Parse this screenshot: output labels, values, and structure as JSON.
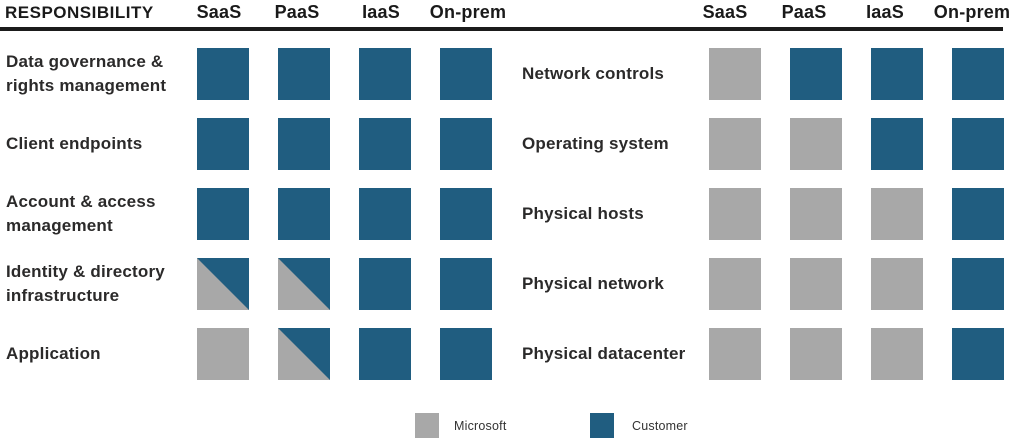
{
  "header": {
    "responsibility_label": "RESPONSIBILITY",
    "columns": [
      "SaaS",
      "PaaS",
      "IaaS",
      "On-prem"
    ]
  },
  "colors": {
    "customer": "#205d80",
    "microsoft": "#a8a8a8",
    "header_rule": "#1b1b1b",
    "text": "#2b2a2a"
  },
  "left": {
    "rows": [
      {
        "lines": [
          "Data governance &",
          "rights management"
        ],
        "cells": [
          "customer",
          "customer",
          "customer",
          "customer"
        ]
      },
      {
        "lines": [
          "Client endpoints"
        ],
        "cells": [
          "customer",
          "customer",
          "customer",
          "customer"
        ]
      },
      {
        "lines": [
          "Account & access",
          "management"
        ],
        "cells": [
          "customer",
          "customer",
          "customer",
          "customer"
        ]
      },
      {
        "lines": [
          "Identity & directory",
          "infrastructure"
        ],
        "cells": [
          "shared",
          "shared",
          "customer",
          "customer"
        ]
      },
      {
        "lines": [
          "Application"
        ],
        "cells": [
          "microsoft",
          "shared",
          "customer",
          "customer"
        ]
      }
    ]
  },
  "right": {
    "rows": [
      {
        "lines": [
          "Network controls"
        ],
        "cells": [
          "microsoft",
          "customer",
          "customer",
          "customer"
        ]
      },
      {
        "lines": [
          "Operating system"
        ],
        "cells": [
          "microsoft",
          "microsoft",
          "customer",
          "customer"
        ]
      },
      {
        "lines": [
          "Physical hosts"
        ],
        "cells": [
          "microsoft",
          "microsoft",
          "microsoft",
          "customer"
        ]
      },
      {
        "lines": [
          "Physical network"
        ],
        "cells": [
          "microsoft",
          "microsoft",
          "microsoft",
          "customer"
        ]
      },
      {
        "lines": [
          "Physical datacenter"
        ],
        "cells": [
          "microsoft",
          "microsoft",
          "microsoft",
          "customer"
        ]
      }
    ]
  },
  "legend": {
    "items": [
      {
        "label": "Microsoft",
        "type": "microsoft"
      },
      {
        "label": "Customer",
        "type": "customer"
      }
    ]
  }
}
